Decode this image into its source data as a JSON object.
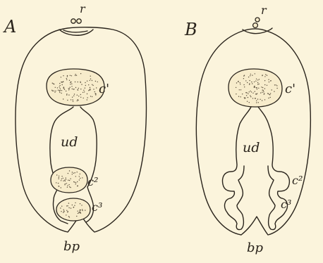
{
  "figure": {
    "panels": [
      {
        "id": "A",
        "letter": "A",
        "labels": {
          "r": "r",
          "c1": "c'",
          "ud": "ud",
          "c2": "c²",
          "c3": "c³",
          "bp": "bp"
        }
      },
      {
        "id": "B",
        "letter": "B",
        "labels": {
          "r": "r",
          "c1": "c'",
          "ud": "ud",
          "c2": "c²",
          "c3": "c³",
          "bp": "bp"
        }
      }
    ]
  },
  "colors": {
    "paper": "#fbf4dc",
    "ink": "#2a241c",
    "stipple": "#5a4f3d"
  }
}
